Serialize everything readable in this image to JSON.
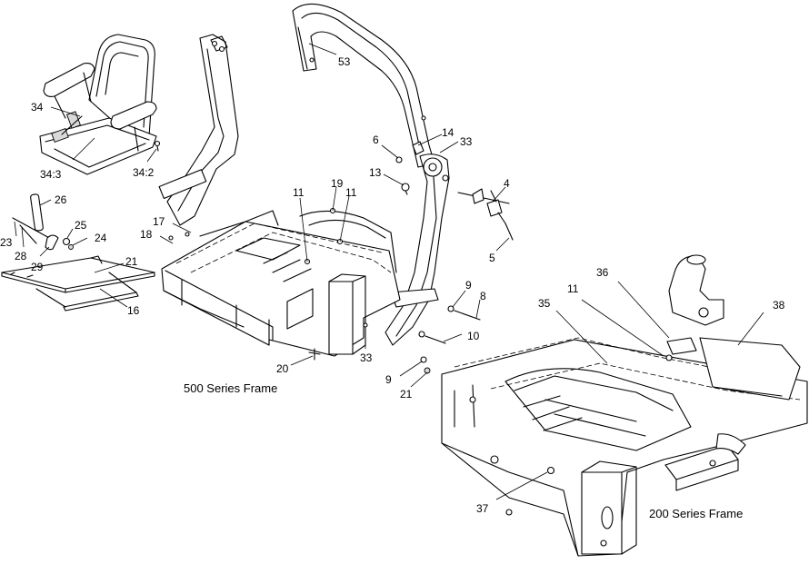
{
  "captions": {
    "frame_500": "500 Series Frame",
    "frame_200": "200 Series Frame"
  },
  "callouts": {
    "c53": "53",
    "c34": "34",
    "c34_3": "34:3",
    "c34_2": "34:2",
    "c26": "26",
    "c25": "25",
    "c24": "24",
    "c23": "23",
    "c28": "28",
    "c29": "29",
    "c21a": "21",
    "c16": "16",
    "c17": "17",
    "c18": "18",
    "c11a": "11",
    "c19": "19",
    "c11b": "11",
    "c6": "6",
    "c14": "14",
    "c33a": "33",
    "c13": "13",
    "c4": "4",
    "c5": "5",
    "c9a": "9",
    "c8": "8",
    "c10": "10",
    "c9b": "9",
    "c21b": "21",
    "c33b": "33",
    "c20": "20",
    "c36": "36",
    "c11c": "11",
    "c35": "35",
    "c38": "38",
    "c37": "37"
  }
}
